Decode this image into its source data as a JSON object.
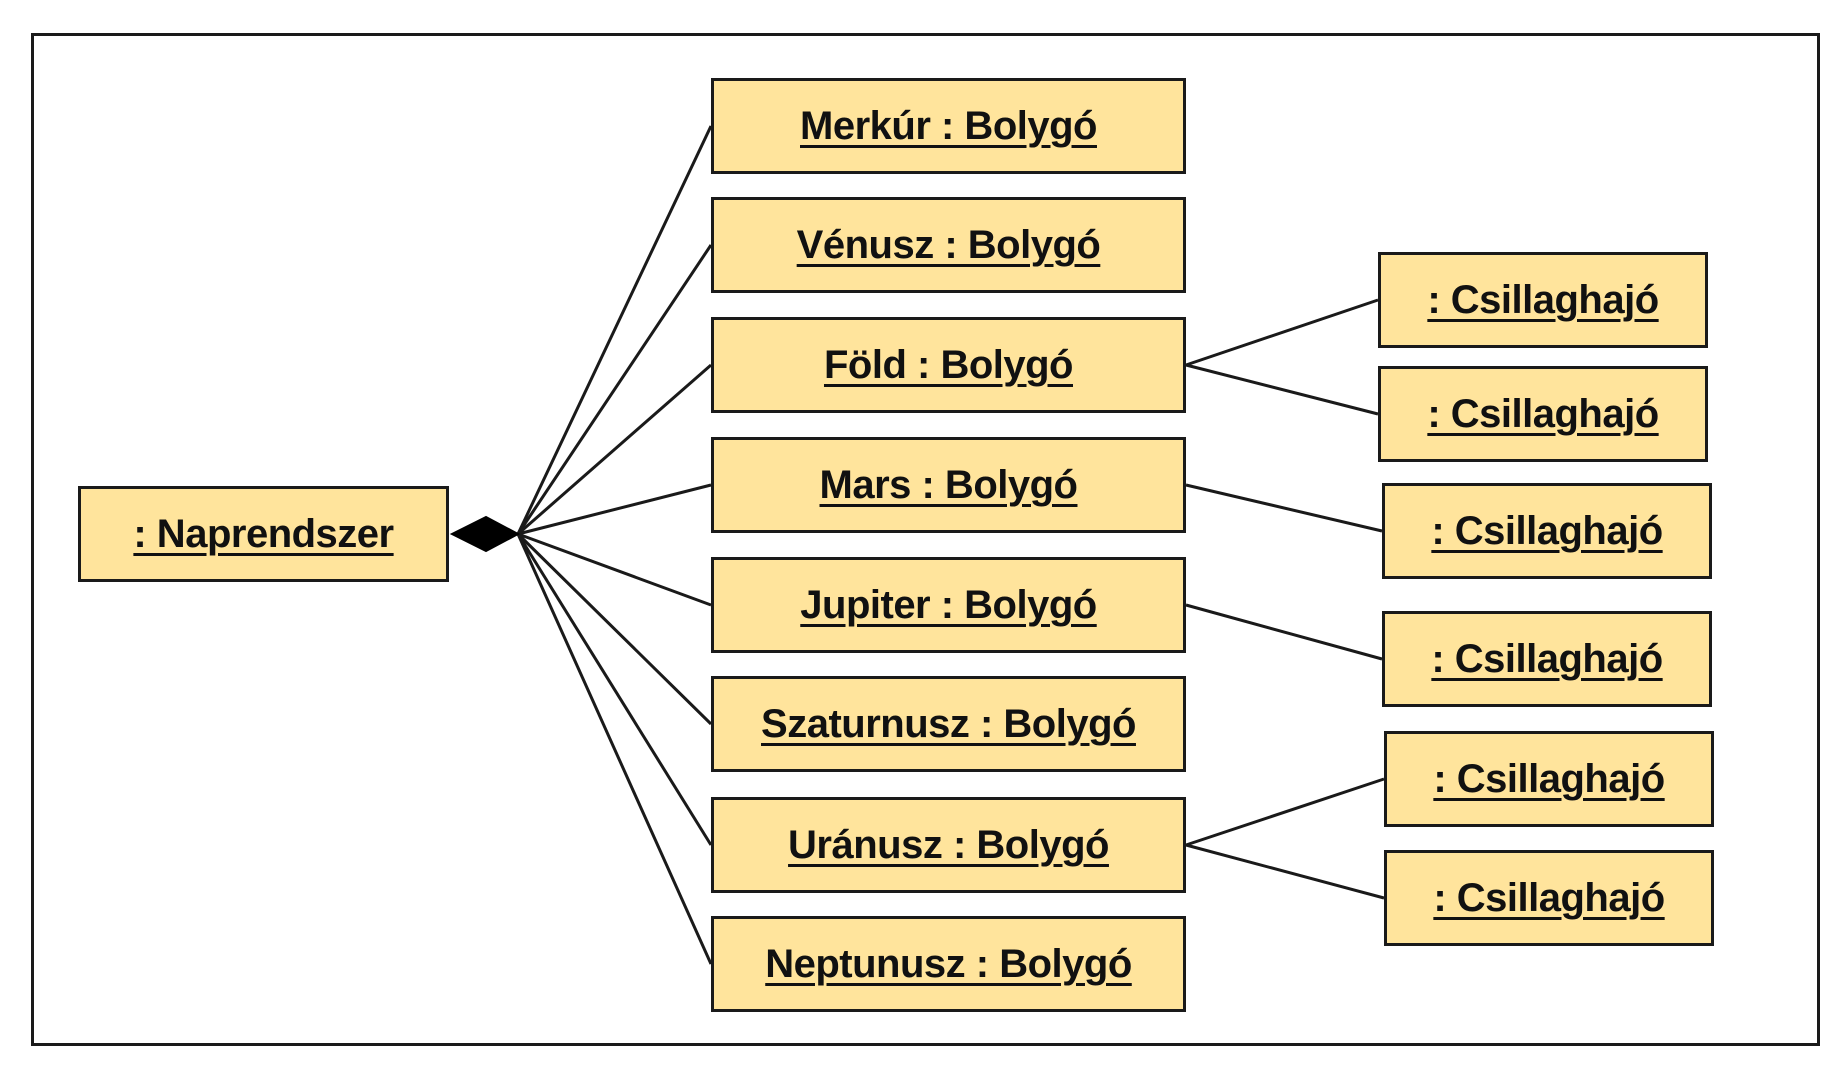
{
  "diagram": {
    "root": {
      "label": ": Naprendszer"
    },
    "planets": [
      {
        "label": "Merkúr : Bolygó"
      },
      {
        "label": "Vénusz : Bolygó"
      },
      {
        "label": "Föld : Bolygó"
      },
      {
        "label": "Mars : Bolygó"
      },
      {
        "label": "Jupiter : Bolygó"
      },
      {
        "label": "Szaturnusz : Bolygó"
      },
      {
        "label": "Uránusz : Bolygó"
      },
      {
        "label": "Neptunusz : Bolygó"
      }
    ],
    "starships": [
      {
        "label": ": Csillaghajó"
      },
      {
        "label": ": Csillaghajó"
      },
      {
        "label": ": Csillaghajó"
      },
      {
        "label": ": Csillaghajó"
      },
      {
        "label": ": Csillaghajó"
      },
      {
        "label": ": Csillaghajó"
      }
    ],
    "colors": {
      "box_fill": "#FFE49C",
      "stroke": "#1a1a1a"
    }
  }
}
